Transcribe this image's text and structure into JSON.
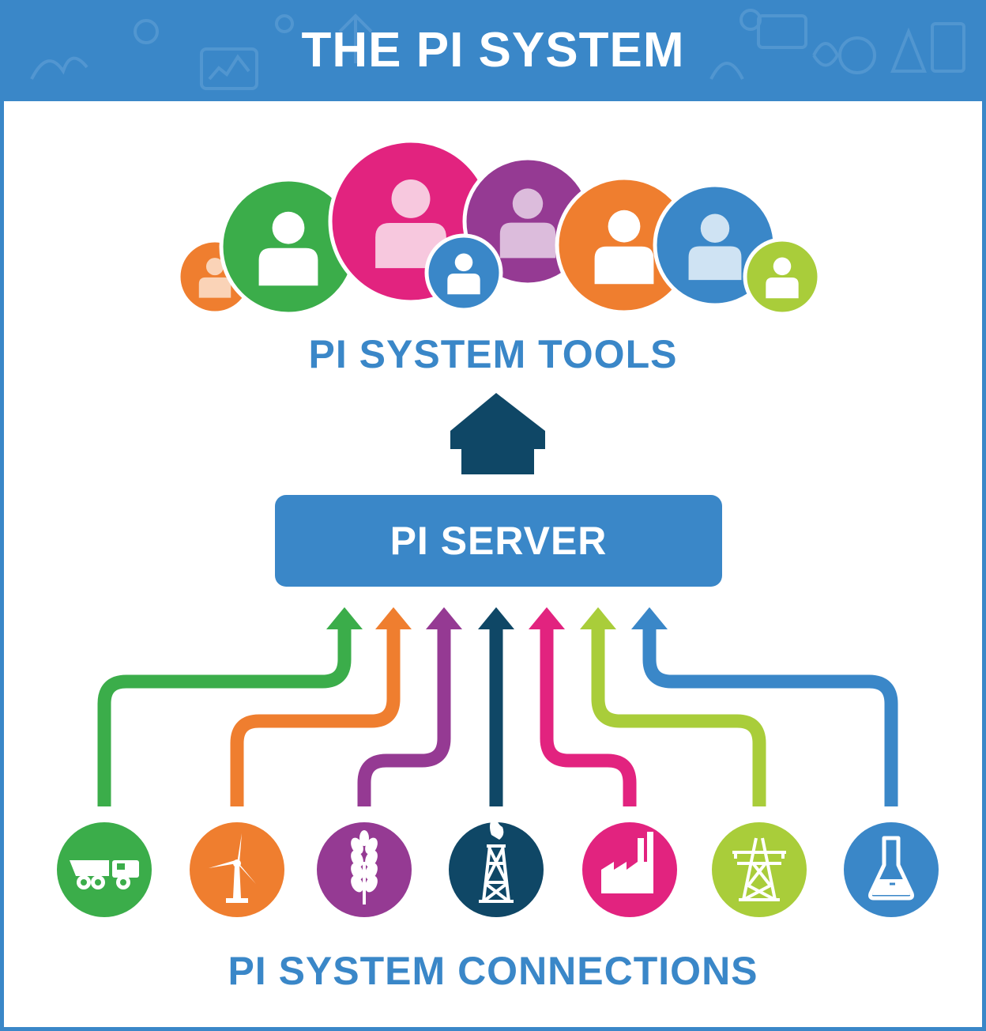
{
  "header": {
    "title": "THE PI SYSTEM"
  },
  "tools": {
    "label": "PI SYSTEM TOOLS",
    "users": [
      {
        "color": "#ef7e2f",
        "icon_color": "#fad3b7"
      },
      {
        "color": "#3bad4a",
        "icon_color": "#ffffff"
      },
      {
        "color": "#e2237f",
        "icon_color": "#f7c8de"
      },
      {
        "color": "#953a93",
        "icon_color": "#dcbcdc"
      },
      {
        "color": "#3a87c8",
        "icon_color": "#ffffff"
      },
      {
        "color": "#ef7e2f",
        "icon_color": "#ffffff"
      },
      {
        "color": "#3a87c8",
        "icon_color": "#cfe3f3"
      },
      {
        "color": "#a9cd3a",
        "icon_color": "#ffffff"
      }
    ]
  },
  "server": {
    "label": "PI SERVER",
    "arrow_color": "#0f4766"
  },
  "connections": {
    "label": "PI SYSTEM CONNECTIONS",
    "sources": [
      {
        "icon": "mining-truck-icon",
        "color": "#3bad4a"
      },
      {
        "icon": "wind-turbine-icon",
        "color": "#ef7e2f"
      },
      {
        "icon": "wheat-icon",
        "color": "#953a93"
      },
      {
        "icon": "oil-rig-icon",
        "color": "#0f4766"
      },
      {
        "icon": "factory-icon",
        "color": "#e2237f"
      },
      {
        "icon": "power-tower-icon",
        "color": "#a9cd3a"
      },
      {
        "icon": "flask-icon",
        "color": "#3a87c8"
      }
    ]
  },
  "colors": {
    "brand_blue": "#3a87c8",
    "white": "#ffffff"
  }
}
